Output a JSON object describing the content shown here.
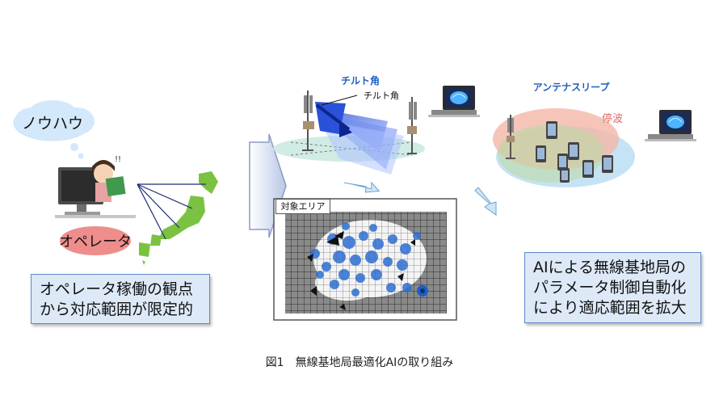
{
  "labels": {
    "knowhow": "ノウハウ",
    "operator": "オペレータ",
    "tilt_angle_title": "チルト角",
    "tilt_angle_sub": "チルト角",
    "antenna_sleep": "アンテナスリープ",
    "stop_wave": "停波",
    "target_area": "対象エリア"
  },
  "boxes": {
    "left_line1": "オペレータ稼働の観点",
    "left_line2": "から対応範囲が限定的",
    "right_line1": "AIによる無線基地局の",
    "right_line2": "パラメータ制御自動化",
    "right_line3": "により適応範囲を拡大"
  },
  "caption": "図1　無線基地局最適化AIの取り組み",
  "colors": {
    "box_fill": "#dde9f7",
    "box_border": "#5b89c8",
    "title_blue": "#1f5fbf",
    "stop_wave_red": "#e06a6a"
  }
}
